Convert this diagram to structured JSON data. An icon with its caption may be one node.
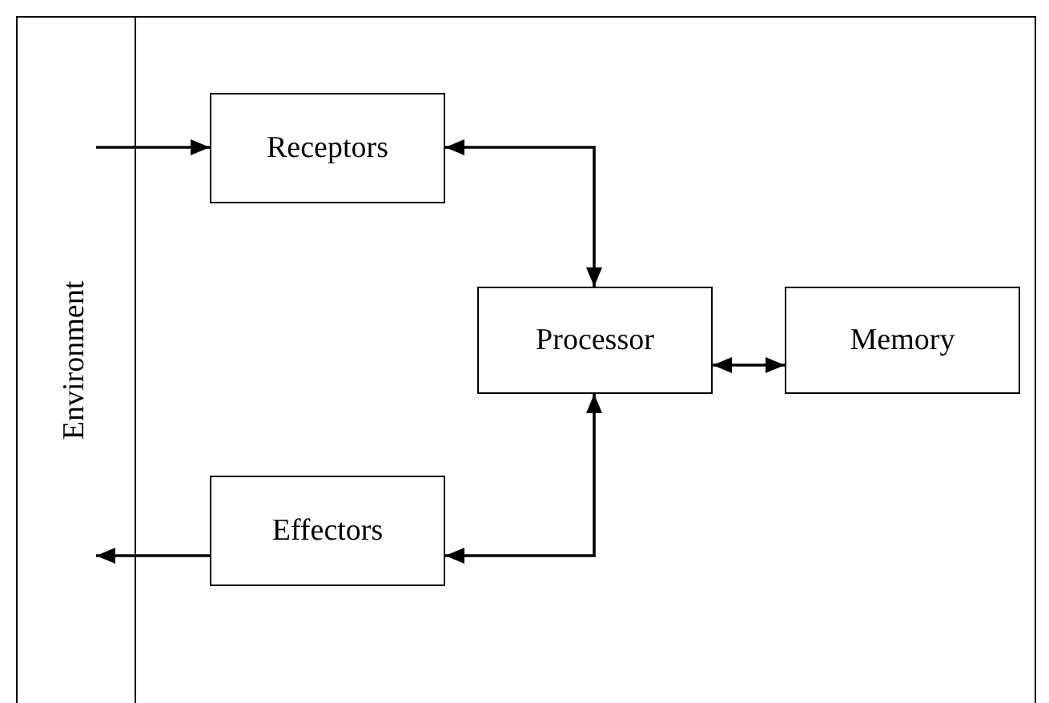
{
  "diagram": {
    "nodes": [
      {
        "text": [
          "Environment"
        ]
      },
      {
        "text": [
          "Receptors"
        ]
      },
      {
        "text": [
          "Processor"
        ]
      },
      {
        "text": [
          "Memory"
        ]
      },
      {
        "text": [
          "Effectors"
        ]
      }
    ],
    "edges": [
      {
        "from": 0,
        "to": 1,
        "arrow": "to"
      },
      {
        "from": 1,
        "to": 2,
        "arrow": "both"
      },
      {
        "from": 2,
        "to": 3,
        "arrow": "both"
      },
      {
        "from": 4,
        "to": 2,
        "arrow": "both"
      },
      {
        "from": 4,
        "to": 0,
        "arrow": "to"
      }
    ]
  }
}
